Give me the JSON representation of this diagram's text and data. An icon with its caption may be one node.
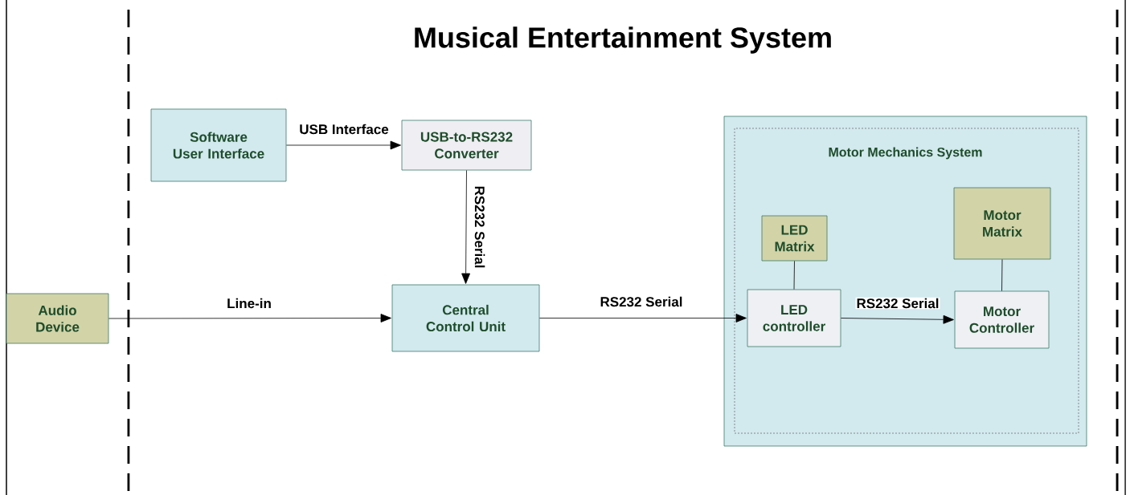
{
  "diagram": {
    "title": "Musical Entertainment System",
    "nodes": [
      {
        "text": [
          "Software User Interface"
        ]
      },
      {
        "text": [
          "USB-to-RS232 Converter"
        ]
      },
      {
        "text": [
          "Audio Device"
        ]
      },
      {
        "text": [
          "Central Control Unit"
        ]
      },
      {
        "text": [
          "Motor Mechanics System"
        ]
      },
      {
        "text": [
          "LED Matrix"
        ],
        "in": 4
      },
      {
        "text": [
          "Motor Matrix"
        ],
        "in": 4
      },
      {
        "text": [
          "LED controller"
        ],
        "in": 4
      },
      {
        "text": [
          "Motor Controller"
        ],
        "in": 4
      }
    ],
    "edges": [
      {
        "from": 0,
        "to": 1,
        "arrow": "to",
        "label": "USB Interface"
      },
      {
        "from": 1,
        "to": 3,
        "arrow": "to",
        "label": "RS232 Serial"
      },
      {
        "from": 2,
        "to": 3,
        "arrow": "to",
        "label": "Line-in"
      },
      {
        "from": 3,
        "to": 7,
        "arrow": "to",
        "label": "RS232 Serial"
      },
      {
        "from": 7,
        "to": 8,
        "arrow": "to",
        "label": "RS232 Serial"
      },
      {
        "from": 5,
        "to": 7,
        "arrow": "none"
      },
      {
        "from": 6,
        "to": 8,
        "arrow": "none"
      }
    ]
  }
}
